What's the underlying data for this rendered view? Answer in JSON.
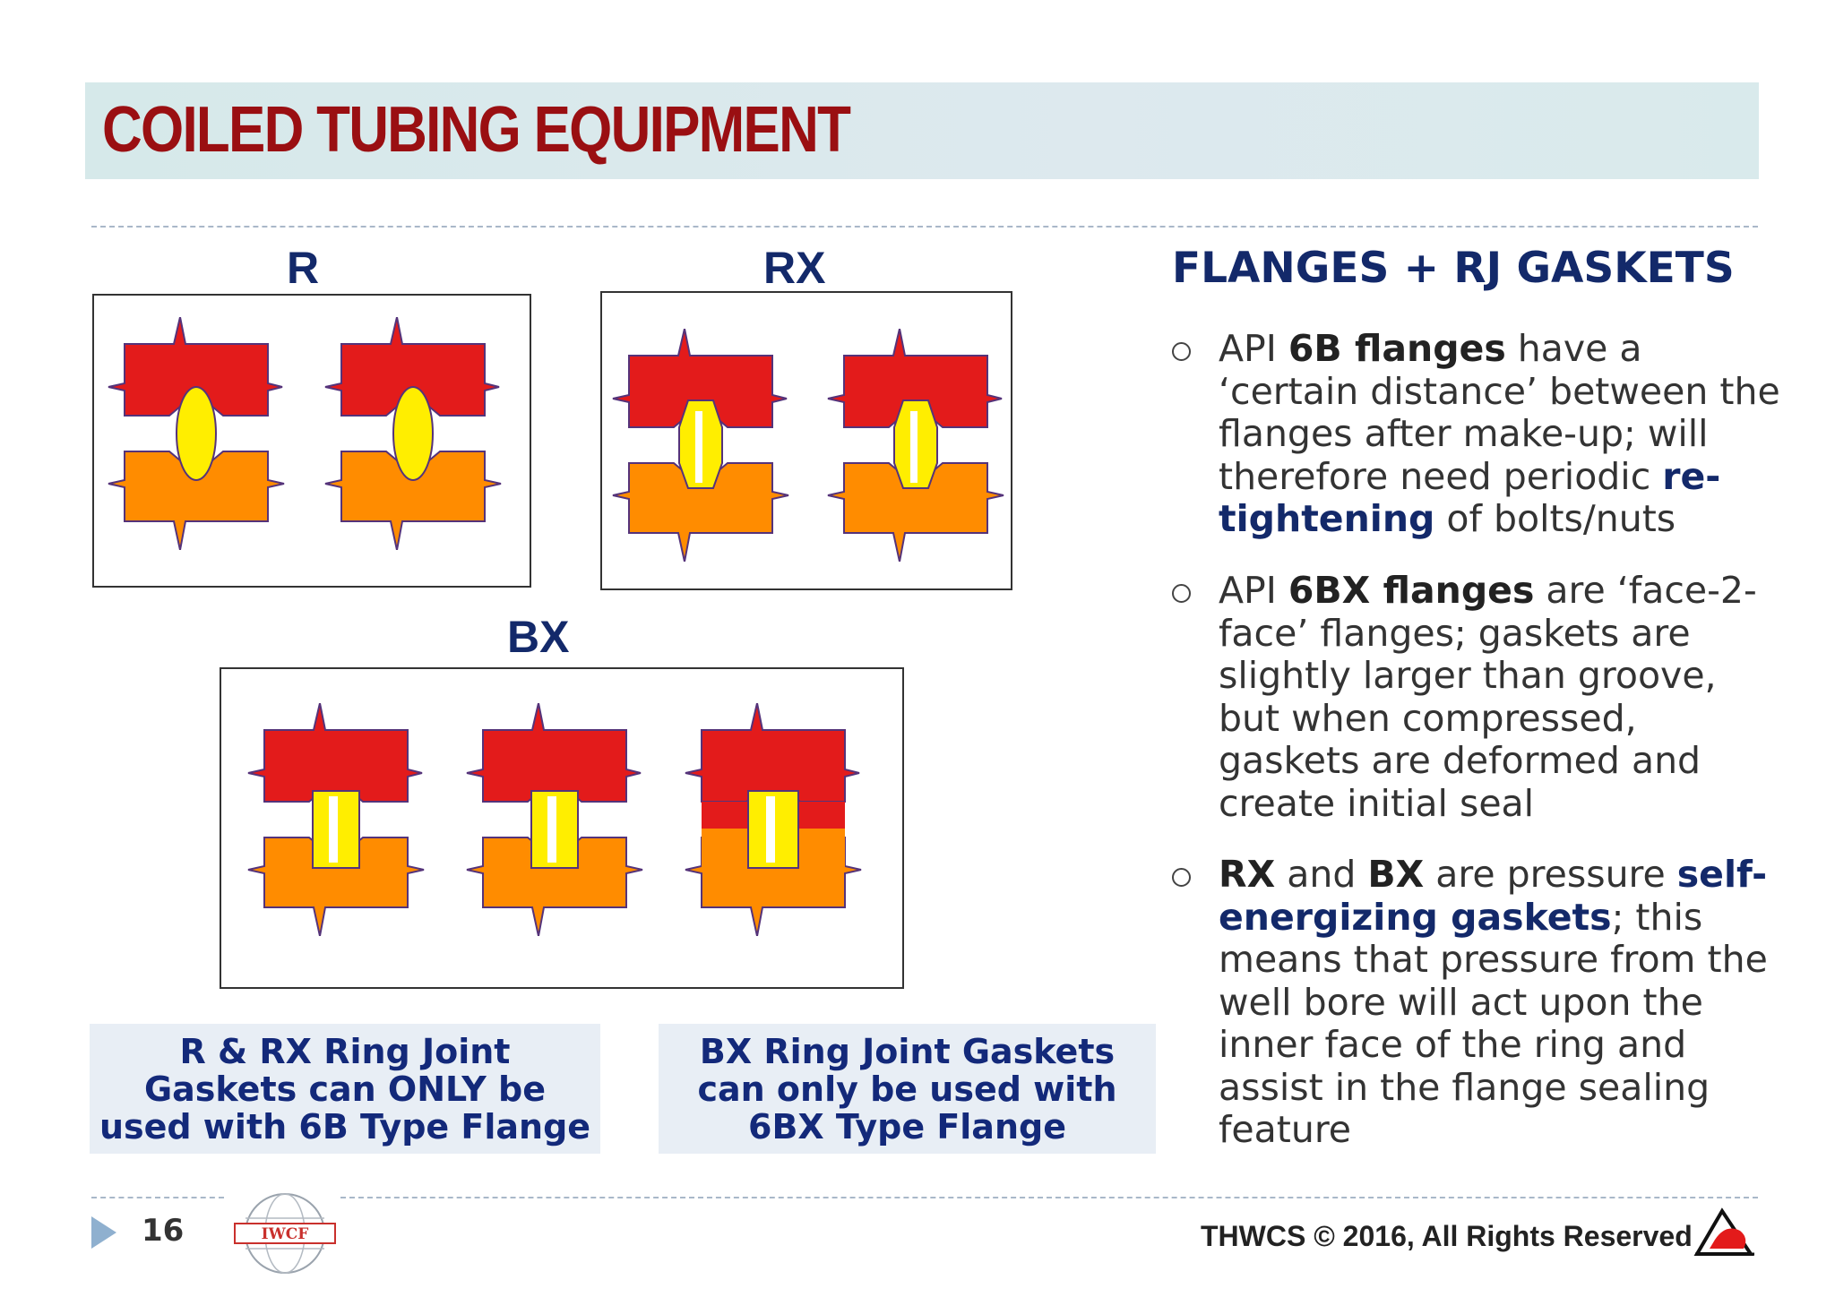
{
  "header": {
    "title": "COILED TUBING EQUIPMENT"
  },
  "figures": {
    "r_label": "R",
    "rx_label": "RX",
    "bx_label": "BX"
  },
  "notes": {
    "left": [
      "R & RX Ring Joint",
      "Gaskets can ONLY be",
      "used with 6B Type Flange"
    ],
    "right": [
      "BX Ring Joint Gaskets",
      "can only be used with",
      "6BX Type Flange"
    ]
  },
  "panel": {
    "heading": "FLANGES + RJ GASKETS",
    "bullet1": {
      "t1": "API ",
      "b1": "6B flanges",
      "t2": " have a ‘certain distance’ between the flanges after make-up; will therefore need periodic ",
      "h1": "re-tightening",
      "t3": " of bolts/nuts"
    },
    "bullet2": {
      "t1": "API ",
      "b1": "6BX flanges",
      "t2": " are ‘face-2-face’ flanges; gaskets are slightly larger than groove, but when compressed, gaskets are deformed and create initial seal"
    },
    "bullet3": {
      "b1": "RX",
      "t1": " and ",
      "b2": "BX",
      "t2": " are pressure ",
      "h1": "self-energizing gaskets",
      "t3": "; this means that pressure from the well bore will act upon the inner face of the ring and assist in the flange sealing feature"
    }
  },
  "footer": {
    "page_number": "16",
    "logo_text": "IWCF",
    "copyright": "THWCS © 2016, All Rights Reserved"
  },
  "colors": {
    "title": "#9a0f12",
    "navy": "#13296a",
    "flange_top": "#e31b1b",
    "flange_bottom": "#ff8c00",
    "gasket": "#ffee00"
  }
}
